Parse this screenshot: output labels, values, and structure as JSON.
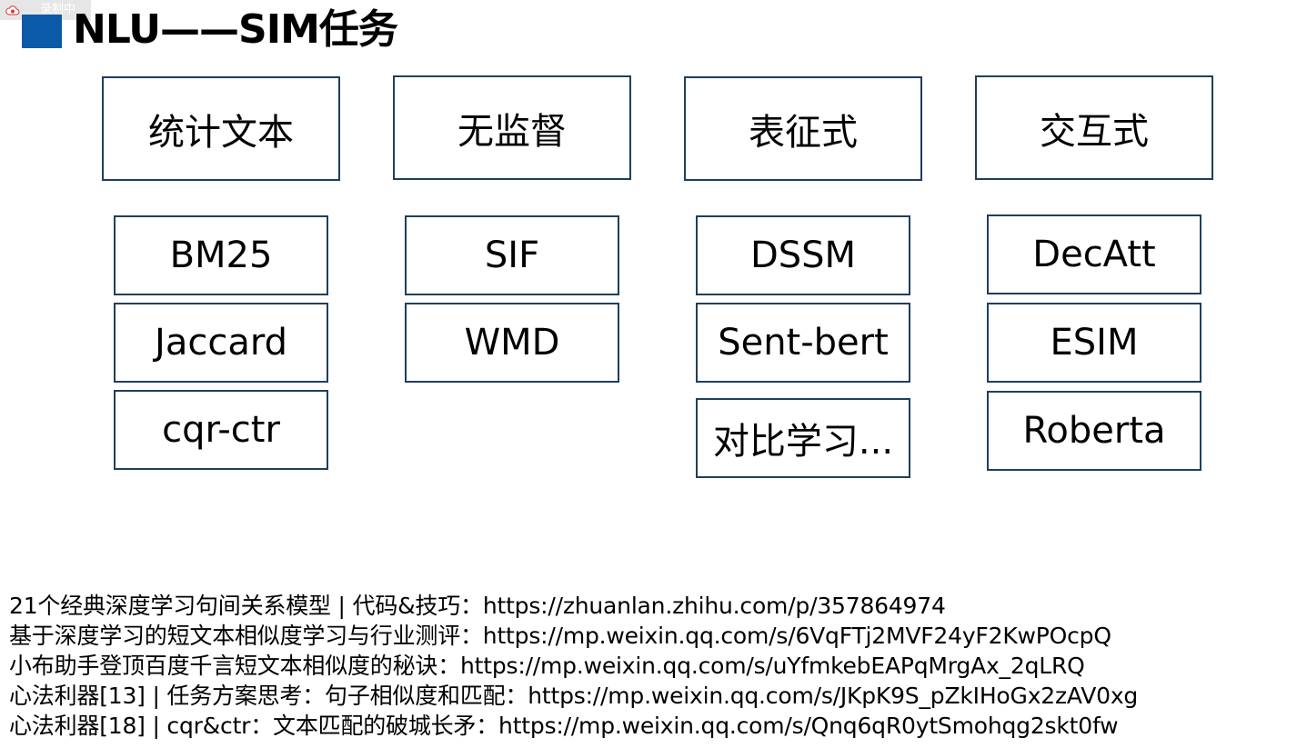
{
  "recording_badge": {
    "label": "录制中"
  },
  "title": "NLU——SIM任务",
  "colors": {
    "title_marker": "#0b5aa8",
    "box_border": "#1f3f5c"
  },
  "categories": [
    {
      "label": "统计文本",
      "methods": [
        "BM25",
        "Jaccard",
        "cqr-ctr"
      ]
    },
    {
      "label": "无监督",
      "methods": [
        "SIF",
        "WMD"
      ]
    },
    {
      "label": "表征式",
      "methods": [
        "DSSM",
        "Sent-bert",
        "对比学习..."
      ]
    },
    {
      "label": "交互式",
      "methods": [
        "DecAtt",
        "ESIM",
        "Roberta"
      ]
    }
  ],
  "references": [
    "21个经典深度学习句间关系模型 | 代码&技巧：https://zhuanlan.zhihu.com/p/357864974",
    "基于深度学习的短文本相似度学习与行业测评：https://mp.weixin.qq.com/s/6VqFTj2MVF24yF2KwPOcpQ",
    "小布助手登顶百度千言短文本相似度的秘诀：https://mp.weixin.qq.com/s/uYfmkebEAPqMrgAx_2qLRQ",
    "心法利器[13] | 任务方案思考：句子相似度和匹配：https://mp.weixin.qq.com/s/JKpK9S_pZkIHoGx2zAV0xg",
    "心法利器[18] | cqr&ctr：文本匹配的破城长矛：https://mp.weixin.qq.com/s/Qnq6qR0ytSmohqg2skt0fw"
  ]
}
